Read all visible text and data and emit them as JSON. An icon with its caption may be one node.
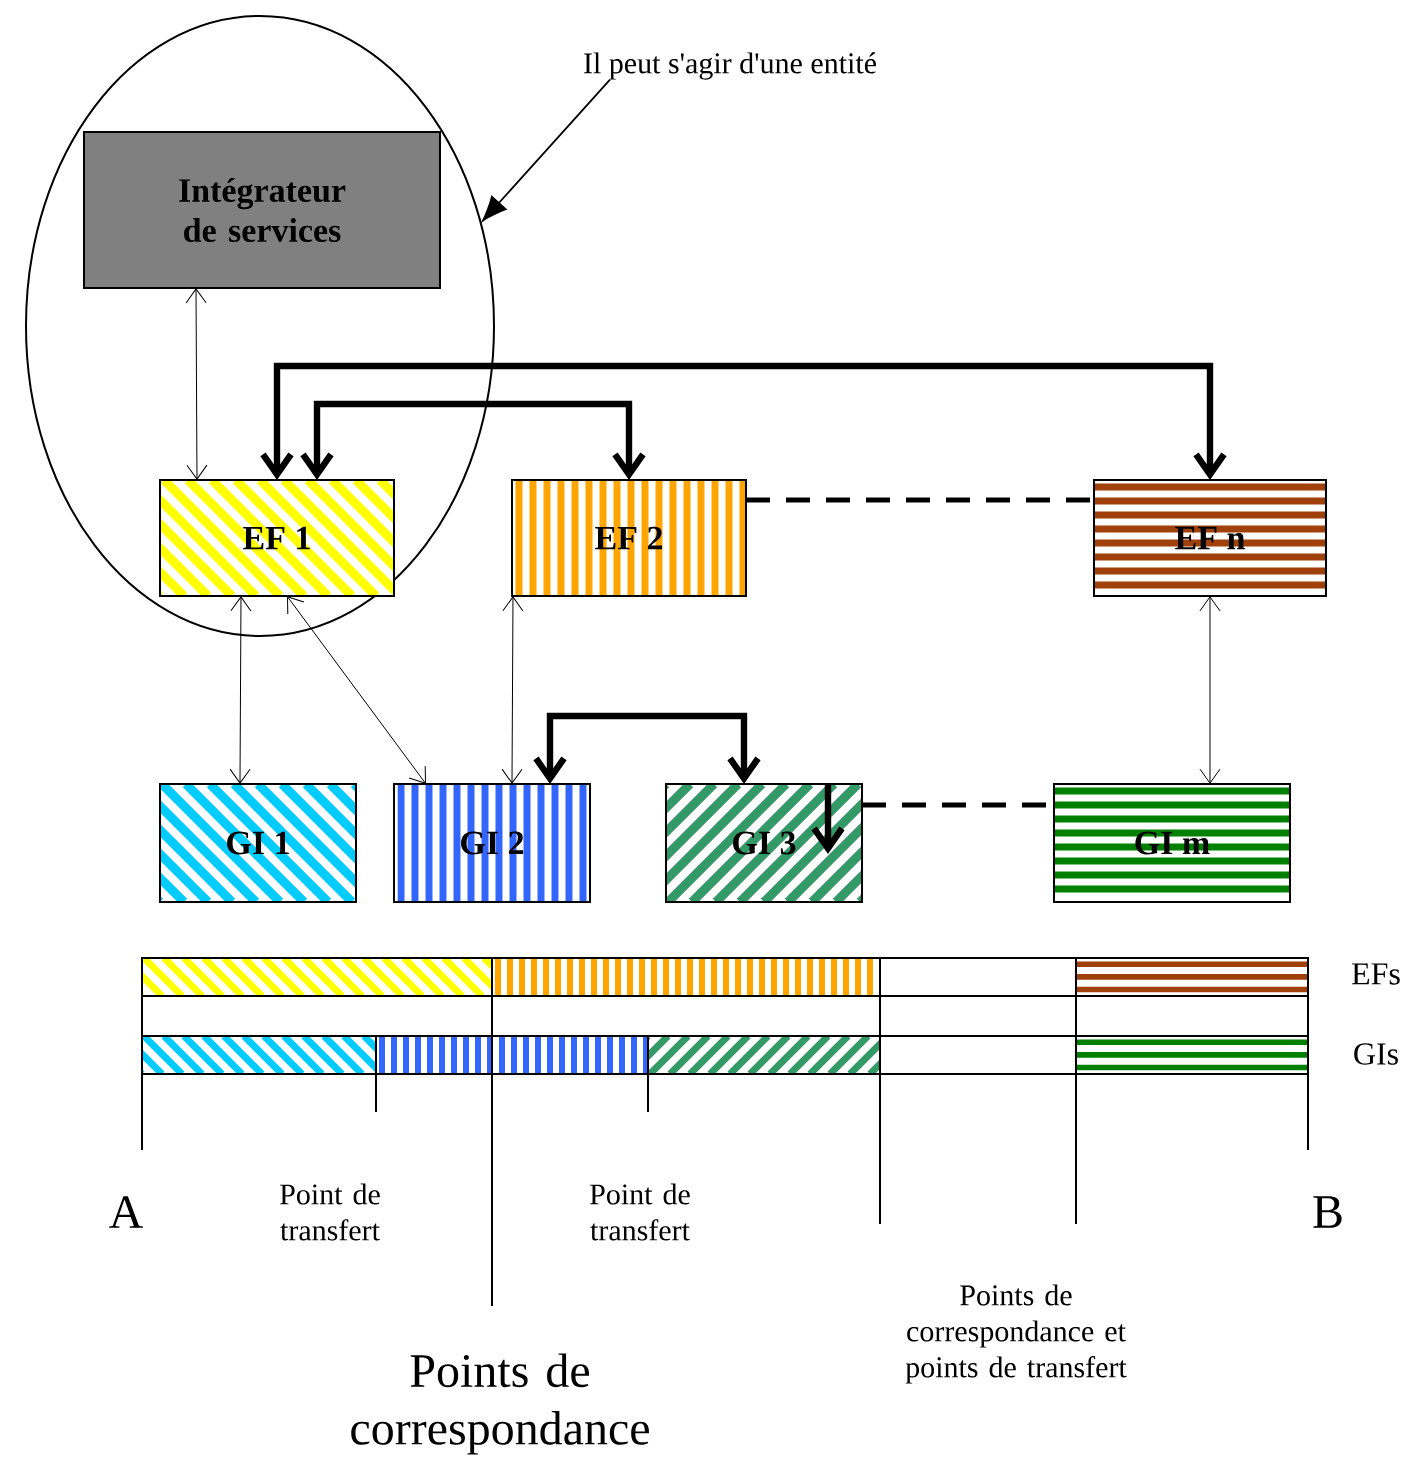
{
  "diagram": {
    "nodes": [
      {
        "text": [],
        "shape": "ellipse"
      },
      {
        "text": [
          "Intégrateur de services"
        ],
        "in": 0
      },
      {
        "text": [
          "Il peut s'agir d'une entité"
        ]
      },
      {
        "text": [
          "EF 1"
        ],
        "in": 0
      },
      {
        "text": [
          "EF 2"
        ]
      },
      {
        "text": [
          "EF n"
        ]
      },
      {
        "text": [
          "GI 1"
        ]
      },
      {
        "text": [
          "GI 2"
        ]
      },
      {
        "text": [
          "GI 3"
        ]
      },
      {
        "text": [
          "GI m"
        ]
      }
    ],
    "edges": [
      {
        "from": 2,
        "to": 0,
        "arrow": "to"
      },
      {
        "from": 1,
        "to": 3,
        "arrow": "both"
      },
      {
        "from": 3,
        "to": 5,
        "arrow": "both",
        "style": "thick"
      },
      {
        "from": 3,
        "to": 4,
        "arrow": "both",
        "style": "thick"
      },
      {
        "from": 4,
        "to": 5,
        "arrow": "none",
        "style": "dashed"
      },
      {
        "from": 3,
        "to": 6,
        "arrow": "both"
      },
      {
        "from": 3,
        "to": 7,
        "arrow": "both"
      },
      {
        "from": 4,
        "to": 7,
        "arrow": "both"
      },
      {
        "from": 5,
        "to": 9,
        "arrow": "both"
      },
      {
        "from": 7,
        "to": 8,
        "arrow": "both",
        "style": "thick"
      },
      {
        "from": 8,
        "to": null,
        "arrow": "to",
        "style": "thick"
      },
      {
        "from": 8,
        "to": 9,
        "arrow": "none",
        "style": "dashed"
      }
    ],
    "labels": [
      "EFs",
      "GIs",
      "A",
      "Point de transfert",
      "Point de transfert",
      "B",
      "Points de correspondance et points de transfert",
      "Points de correspondance"
    ]
  }
}
